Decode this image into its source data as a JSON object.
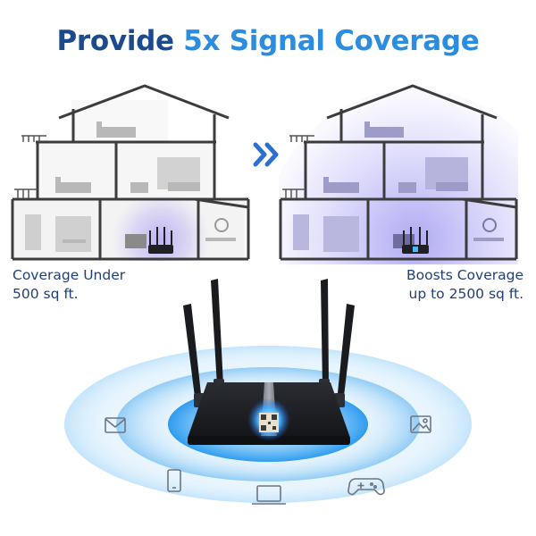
{
  "headline": {
    "part1": "Provide ",
    "part2": "5x Signal Coverage"
  },
  "captions": {
    "before_line1": "Coverage Under",
    "before_line2": "500 sq ft.",
    "after_line1": "Boosts Coverage",
    "after_line2": "up to 2500 sq ft."
  },
  "colors": {
    "headline_dark": "#1c4a8f",
    "headline_light": "#2b8de0",
    "caption_text": "#1f3f78",
    "signal_blue": "#2f9cf0",
    "router_body": "#1e2024"
  },
  "icons": [
    "double-chevron-right-icon",
    "mail-icon",
    "image-icon",
    "smartphone-icon",
    "laptop-icon",
    "gamepad-icon"
  ]
}
